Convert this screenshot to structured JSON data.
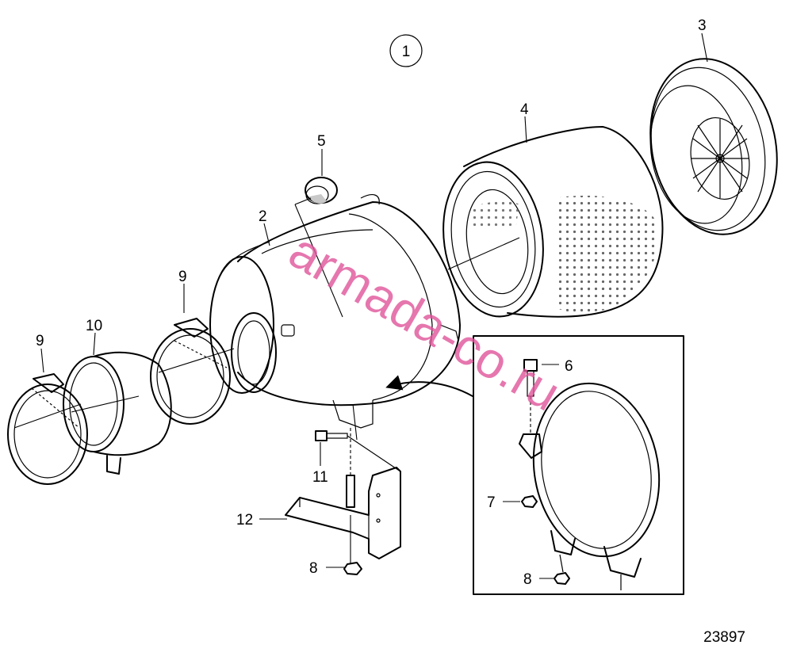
{
  "callout": "1",
  "drawing_number": "23897",
  "watermark": "armada-co.ru",
  "labels": {
    "p2": "2",
    "p3": "3",
    "p4": "4",
    "p5": "5",
    "p6": "6",
    "p7": "7",
    "p8a": "8",
    "p8b": "8",
    "p9a": "9",
    "p9b": "9",
    "p10": "10",
    "p11": "11",
    "p12": "12"
  }
}
